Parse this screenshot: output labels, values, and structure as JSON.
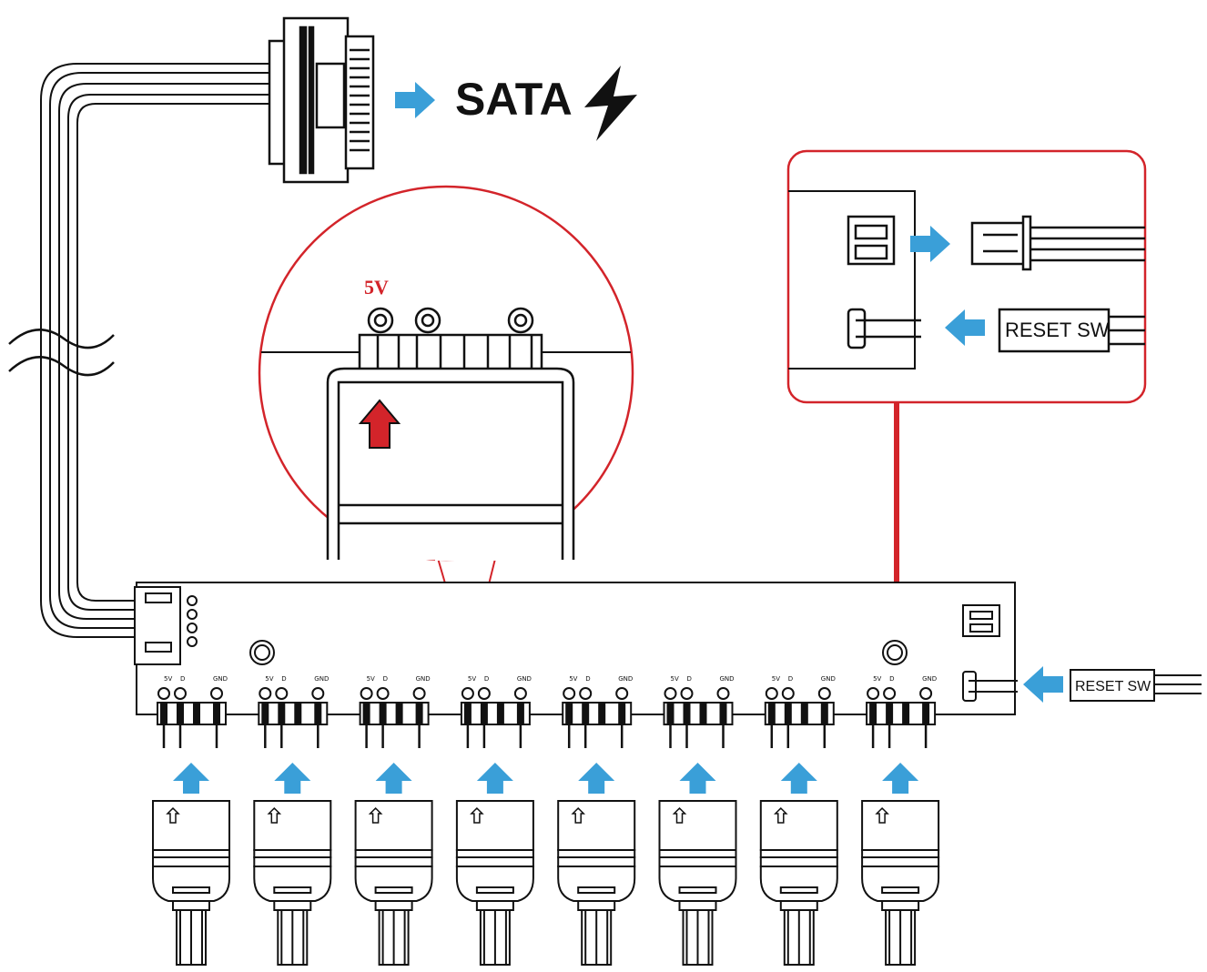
{
  "sata": {
    "label": "SATA"
  },
  "zoom": {
    "voltage_label": "5V"
  },
  "reset": {
    "label": "RESET SW",
    "inset_label": "RESET SW"
  },
  "header_pins": {
    "pin_1": "5V",
    "pin_2": "D",
    "pin_3": "GND"
  },
  "port_count": 8,
  "colors": {
    "arrow_blue": "#3a9fd8",
    "highlight_red": "#d3242a",
    "line": "#111111"
  }
}
